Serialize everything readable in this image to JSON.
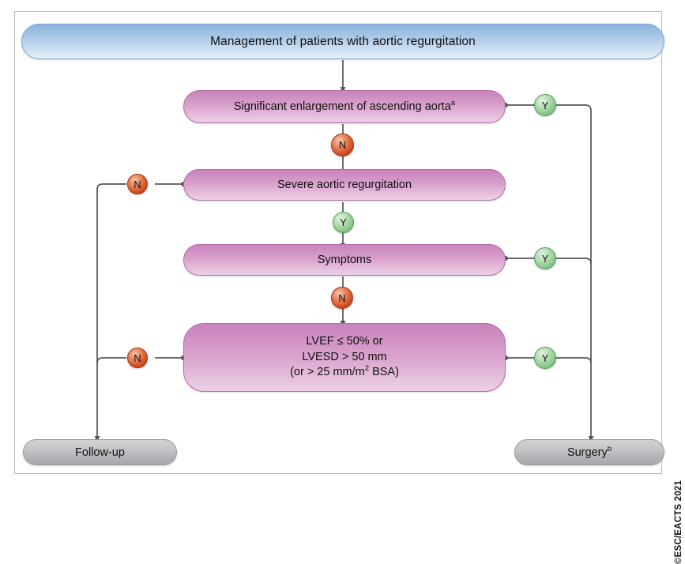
{
  "diagram": {
    "title": "Management of patients with aortic regurgitation",
    "copyright": "©ESC/EACTS 2021",
    "colors": {
      "header_blue": "#8cb3dd",
      "decision_pink": "#c884bb",
      "terminal_gray": "#c6c6c9",
      "yes_green": "#96cf95",
      "no_red": "#dd5f33",
      "connector_gray": "#555555"
    },
    "nodes": {
      "header": "Management of patients with aortic regurgitation",
      "decision1": "Significant enlargement of ascending aorta",
      "decision1_sup": "a",
      "decision2": "Severe aortic regurgitation",
      "decision3": "Symptoms",
      "decision4_line1": "LVEF ≤ 50% or",
      "decision4_line2": "LVESD > 50 mm",
      "decision4_line3a": "(or > 25 mm/m",
      "decision4_line3_sup": "2",
      "decision4_line3b": " BSA)",
      "terminal_left": "Follow-up",
      "terminal_right": "Surgery",
      "terminal_right_sup": "b"
    },
    "branches": {
      "yes_label": "Y",
      "no_label": "N",
      "d1_yes": "Y",
      "d1_no": "N",
      "d2_no": "N",
      "d2_yes": "Y",
      "d3_yes": "Y",
      "d3_no": "N",
      "d4_no": "N",
      "d4_yes": "Y"
    }
  }
}
